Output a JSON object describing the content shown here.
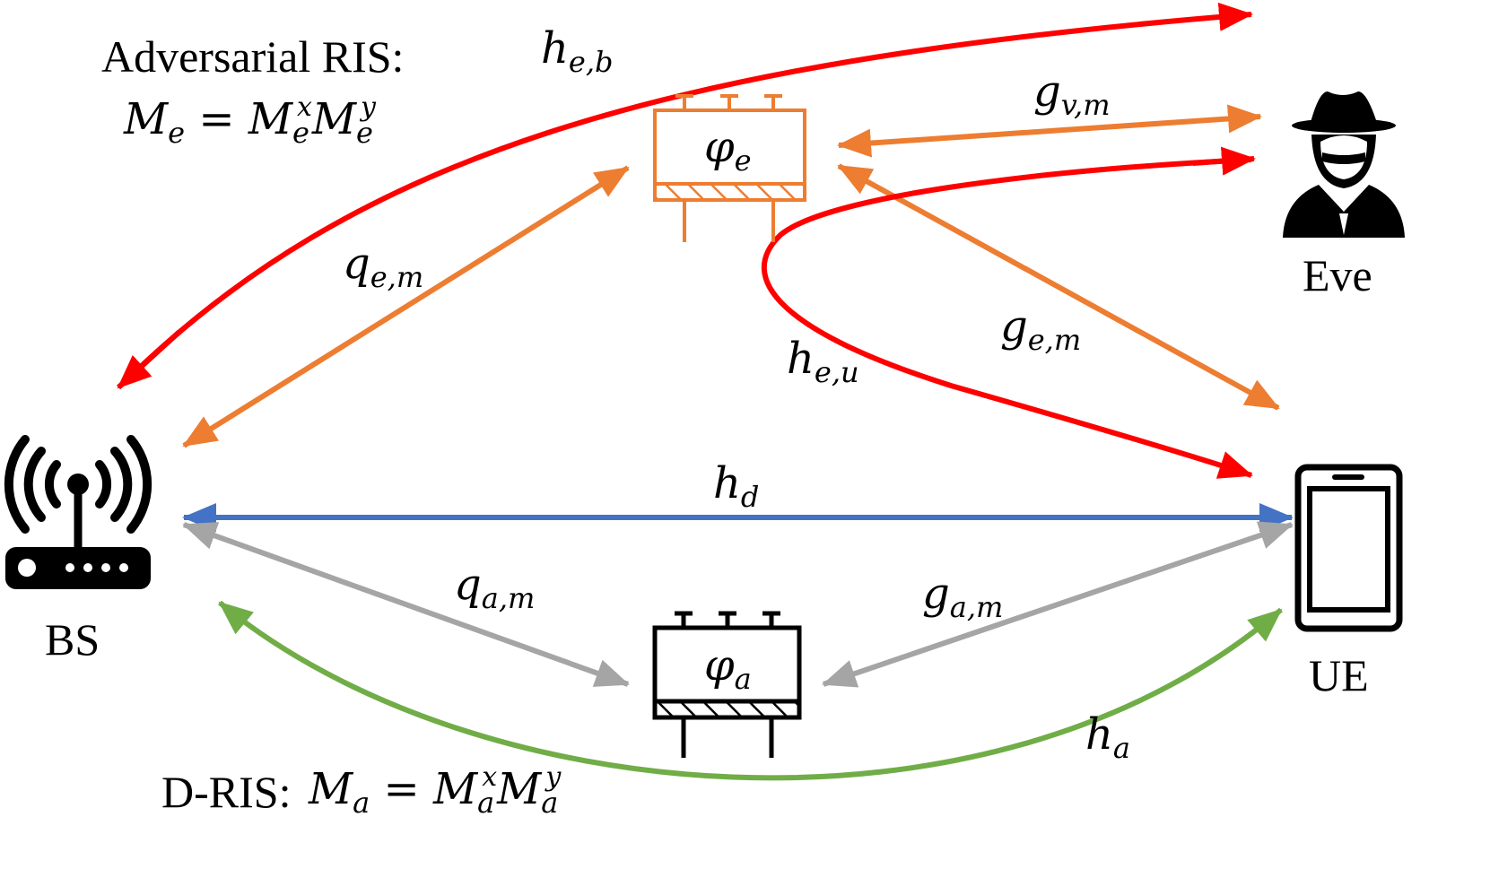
{
  "labels": {
    "bs": "BS",
    "ue": "UE",
    "eve": "Eve",
    "adversarial_ris_title": "Adversarial RIS:",
    "adversarial_ris_eq": {
      "lhs": "M",
      "lhs_sub": "e",
      "eq": "=",
      "m1": "M",
      "m1_sub": "e",
      "m1_sup": "x",
      "m2": "M",
      "m2_sub": "e",
      "m2_sup": "y"
    },
    "d_ris_title": "D-RIS:",
    "d_ris_eq": {
      "lhs": "M",
      "lhs_sub": "a",
      "eq": "=",
      "m1": "M",
      "m1_sub": "a",
      "m1_sup": "x",
      "m2": "M",
      "m2_sub": "a",
      "m2_sup": "y"
    },
    "phi_e": {
      "sym": "φ",
      "sub": "e"
    },
    "phi_a": {
      "sym": "φ",
      "sub": "a"
    }
  },
  "channels": {
    "h_eb": {
      "sym": "h",
      "sub": "e,b"
    },
    "g_vm": {
      "sym": "g",
      "sub": "v,m"
    },
    "q_em": {
      "sym": "q",
      "sub": "e,m"
    },
    "g_em": {
      "sym": "g",
      "sub": "e,m"
    },
    "h_eu": {
      "sym": "h",
      "sub": "e,u"
    },
    "h_d": {
      "sym": "h",
      "sub": "d"
    },
    "q_am": {
      "sym": "q",
      "sub": "a,m"
    },
    "g_am": {
      "sym": "g",
      "sub": "a,m"
    },
    "h_a": {
      "sym": "h",
      "sub": "a"
    }
  },
  "colors": {
    "red": "#ff0000",
    "orange": "#ed7d31",
    "blue": "#4472c4",
    "gray": "#a5a5a5",
    "green": "#70ad47",
    "black": "#000000"
  },
  "icons": [
    "router-icon",
    "smartphone-icon",
    "spy-icon",
    "ris-panel-icon"
  ]
}
